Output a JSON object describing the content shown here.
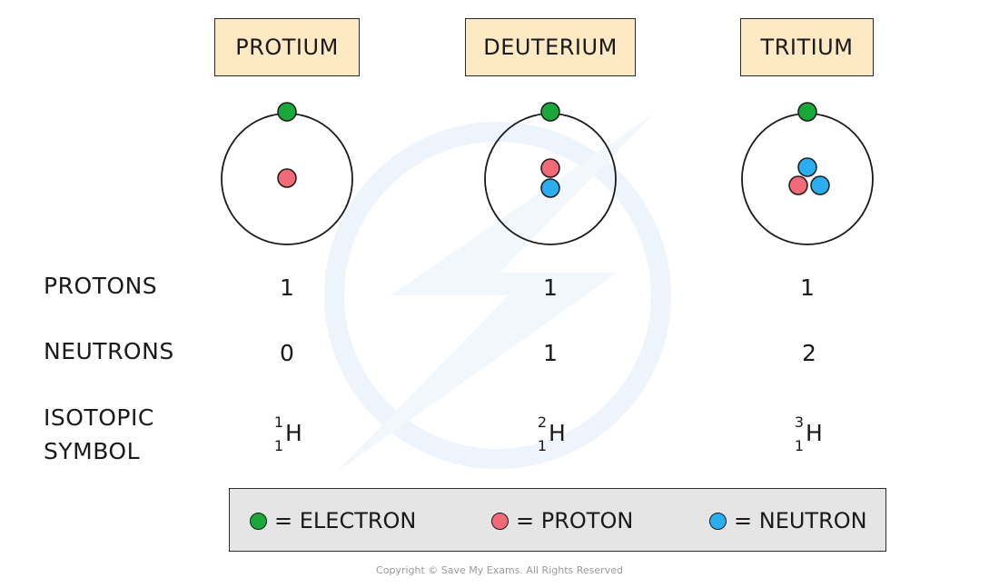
{
  "colors": {
    "electron": "#1aa83a",
    "proton": "#f06a78",
    "neutron": "#2aaef0",
    "title_box_bg": "#fde9c4",
    "legend_bg": "#e5e5e5"
  },
  "isotopes": [
    {
      "name": "PROTIUM",
      "protons": "1",
      "neutrons": "0",
      "mass_number": "1",
      "atomic_number": "1",
      "element": "H"
    },
    {
      "name": "DEUTERIUM",
      "protons": "1",
      "neutrons": "1",
      "mass_number": "2",
      "atomic_number": "1",
      "element": "H"
    },
    {
      "name": "TRITIUM",
      "protons": "1",
      "neutrons": "2",
      "mass_number": "3",
      "atomic_number": "1",
      "element": "H"
    }
  ],
  "row_labels": {
    "protons": "PROTONS",
    "neutrons": "NEUTRONS",
    "isotopic_symbol_line1": "ISOTOPIC",
    "isotopic_symbol_line2": "SYMBOL"
  },
  "legend": {
    "electron": "= ELECTRON",
    "proton": "= PROTON",
    "neutron": "= NEUTRON"
  },
  "copyright": "Copyright © Save My Exams. All Rights Reserved"
}
